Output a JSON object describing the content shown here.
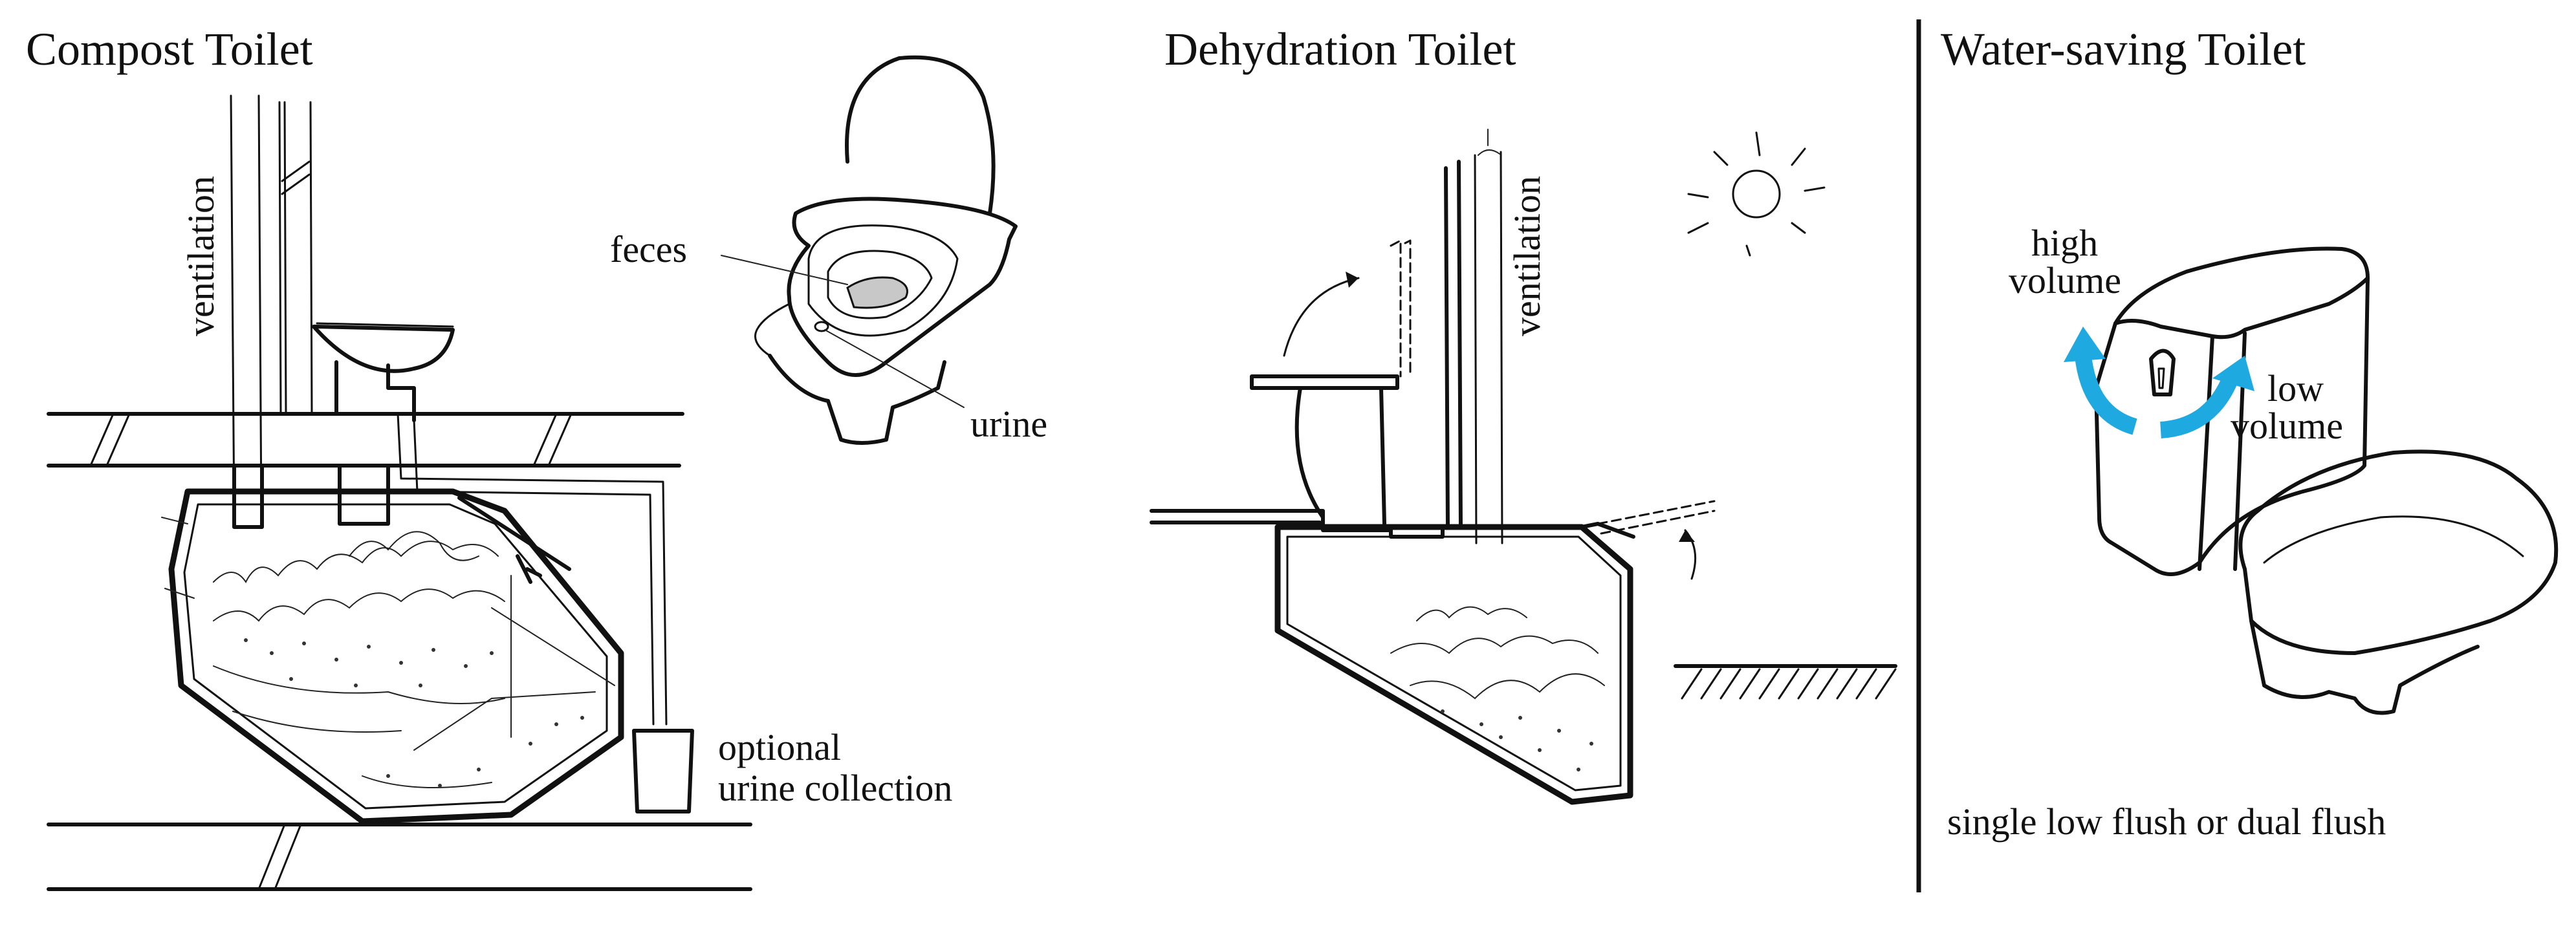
{
  "panels": {
    "compost": {
      "title": "Compost Toilet",
      "labels": {
        "ventilation": "ventilation",
        "feces": "feces",
        "urine": "urine",
        "optional_line1": "optional",
        "optional_line2": "urine collection"
      }
    },
    "dehydration": {
      "title": "Dehydration Toilet",
      "labels": {
        "ventilation": "ventilation"
      },
      "icons": [
        "sun-icon"
      ]
    },
    "water_saving": {
      "title": "Water-saving Toilet",
      "labels": {
        "high_line1": "high",
        "high_line2": "volume",
        "low_line1": "low",
        "low_line2": "volume",
        "caption": "single low flush or dual flush"
      },
      "accent_color": "#1fa9e1"
    }
  }
}
